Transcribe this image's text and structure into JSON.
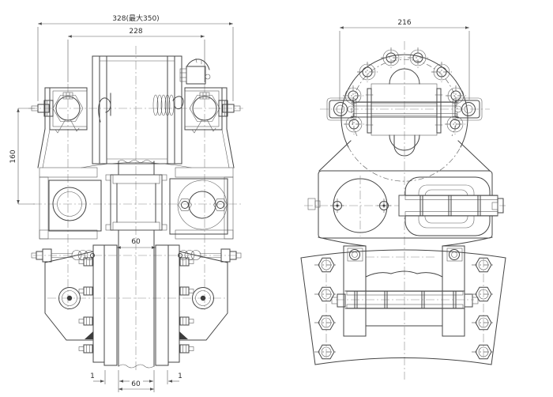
{
  "drawing": {
    "type": "mechanical-engineering-drawing",
    "views": {
      "front_view": "front-view",
      "side_view": "side-view"
    },
    "dimensions": {
      "overall_width": "328(最大350)",
      "bolt_spacing": "228",
      "height": "160",
      "hub_gap": "60",
      "pad_clearance_left": "1",
      "pad_clearance_right": "1",
      "rail_width": "60",
      "flange_width": "216"
    },
    "colors": {
      "line": "#454545",
      "thin_line": "#5f5f5f",
      "centerline": "#8b8b8b",
      "background": "#ffffff"
    }
  }
}
